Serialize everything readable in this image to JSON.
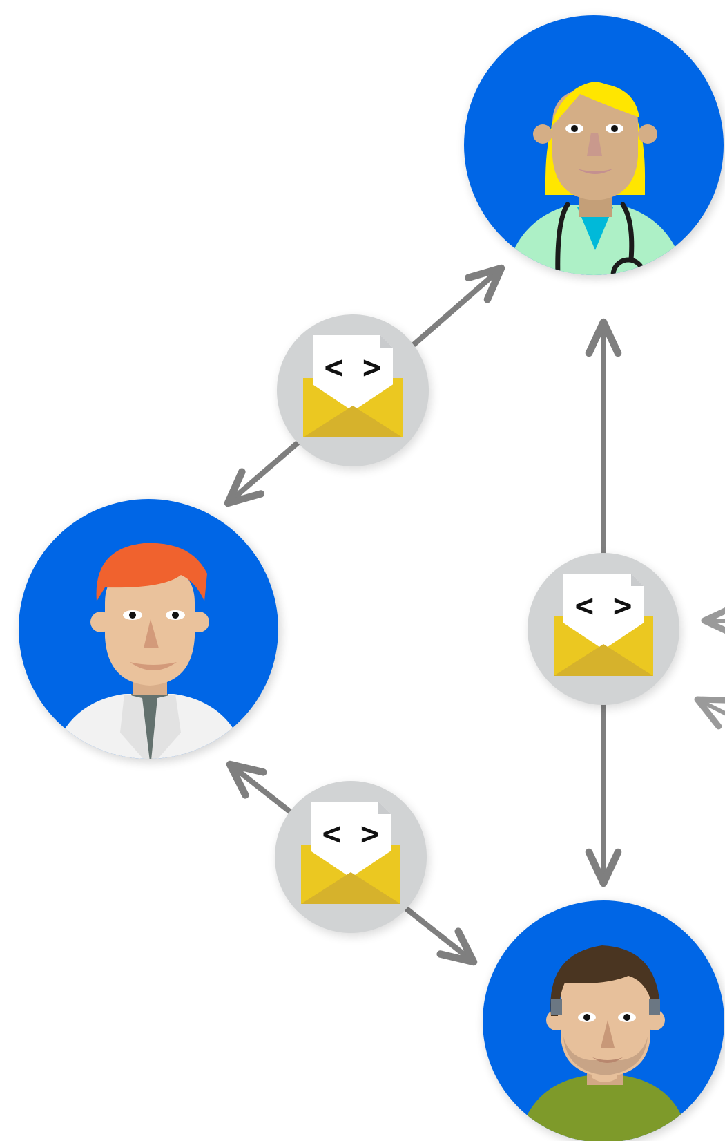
{
  "diagram": {
    "nodes": [
      {
        "id": "doctor-female",
        "role": "female doctor with stethoscope",
        "hair": "#FFE600",
        "skin": "#D4AE86",
        "top": "#ADF0C6",
        "accent": "#00B9D9"
      },
      {
        "id": "doctor-male",
        "role": "male doctor in white coat",
        "hair": "#F0622E",
        "skin": "#EAC29C",
        "top": "#F2F2F2",
        "accent": "#63716E"
      },
      {
        "id": "patient",
        "role": "bearded man in green shirt",
        "hair": "#4A3521",
        "skin": "#E7C09B",
        "top": "#7E9A2A",
        "accent": "#6B7783"
      }
    ],
    "messages": [
      {
        "id": "msg-top-left",
        "glyph": "< >",
        "connects": [
          "doctor-female",
          "doctor-male"
        ]
      },
      {
        "id": "msg-right",
        "glyph": "< >",
        "connects": [
          "doctor-female",
          "patient"
        ]
      },
      {
        "id": "msg-bottom-left",
        "glyph": "< >",
        "connects": [
          "doctor-male",
          "patient"
        ]
      }
    ],
    "incoming_arrows": 2,
    "colors": {
      "avatar_bg": "#0066E6",
      "bubble_bg": "#D1D3D4",
      "envelope": "#EBC821",
      "envelope_shade": "#D6B22C",
      "paper": "#FFFFFF",
      "arrow": "#7F7F7F"
    }
  }
}
